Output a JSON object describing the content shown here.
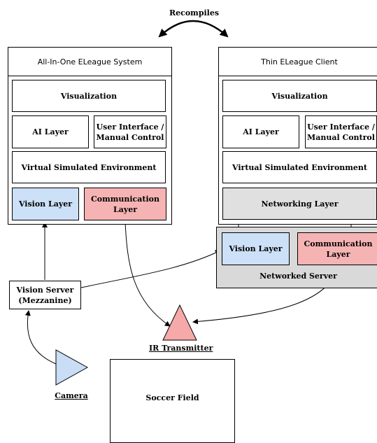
{
  "recompiles_label": "Recompiles",
  "colors": {
    "vision": "#cce0f7",
    "communication": "#f6b3b3",
    "networking": "#e0e0e0",
    "server": "#d9d9d9",
    "transmitter": "#f6a9a9",
    "camera": "#c9def5"
  },
  "left_system": {
    "title": "All-In-One ELeague System",
    "visualization": "Visualization",
    "ai_layer": "AI Layer",
    "ui_line1": "User Interface /",
    "ui_line2": "Manual Control",
    "virtual_env": "Virtual Simulated Environment",
    "vision_layer": "Vision Layer",
    "comm_line1": "Communication",
    "comm_line2": "Layer"
  },
  "right_system": {
    "title": "Thin ELeague Client",
    "visualization": "Visualization",
    "ai_layer": "AI Layer",
    "ui_line1": "User Interface /",
    "ui_line2": "Manual Control",
    "virtual_env": "Virtual Simulated Environment",
    "networking_layer": "Networking Layer"
  },
  "networked_server": {
    "label": "Networked Server",
    "vision_layer": "Vision Layer",
    "comm_line1": "Communication",
    "comm_line2": "Layer"
  },
  "vision_server": {
    "line1": "Vision Server",
    "line2": "(Mezzanine)"
  },
  "ir_transmitter": "IR Transmitter",
  "camera": "Camera",
  "soccer_field": "Soccer Field"
}
